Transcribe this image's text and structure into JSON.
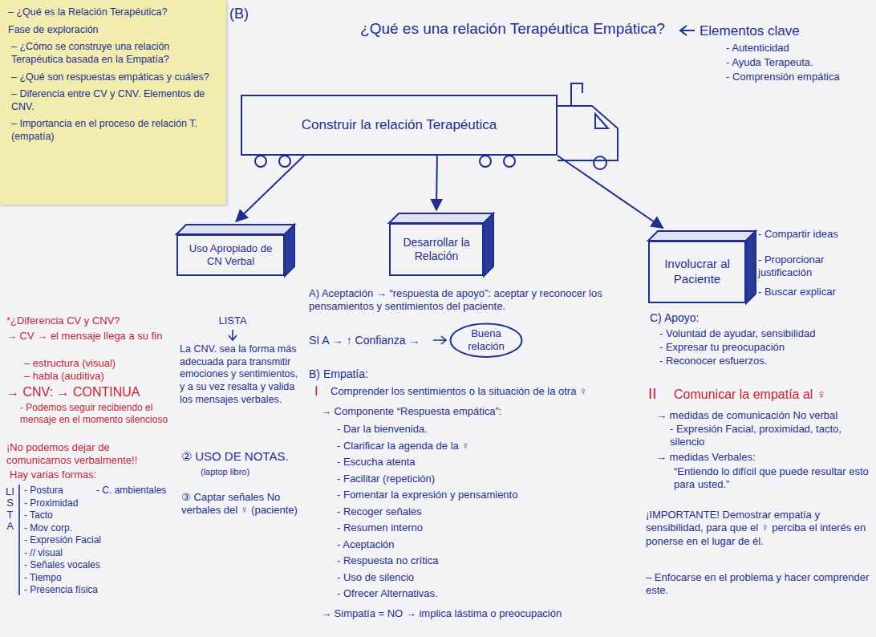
{
  "diagram": {
    "title": "¿Qué es una relación Terapéutica Empática?",
    "nodes": [
      {
        "text": [
          "– ¿Qué es la Relación Terapéutica?",
          "Fase de exploración",
          "– ¿Cómo se construye una relación Terapéutica basada en la Empatía?",
          "– ¿Qué son respuestas empáticas y cuáles?",
          "– Diferencia entre CV y CNV. Elementos de CNV.",
          "– Importancia en el proceso de relación T. (empatía)"
        ]
      },
      {
        "text": [
          "Construir la relación Terapéutica"
        ]
      },
      {
        "text": [
          "Uso Apropiado de CN Verbal"
        ]
      },
      {
        "text": [
          "Desarrollar la Relación"
        ]
      },
      {
        "text": [
          "Involucrar al Paciente"
        ]
      },
      {
        "text": [
          "Buena relación"
        ]
      }
    ],
    "edges": [
      {
        "from": 1,
        "to": 2,
        "arrow": "to"
      },
      {
        "from": 1,
        "to": 3,
        "arrow": "to"
      },
      {
        "from": 1,
        "to": 4,
        "arrow": "to"
      }
    ],
    "labels": [
      "(B)",
      "Elementos clave",
      "- Autenticidad",
      "- Ayuda Terapeuta.",
      "- Comprensión empática",
      "- Compartir ideas",
      "- Proporcionar justificación",
      "- Buscar explicar",
      "*¿Diferencia CV y CNV?",
      "→ CV → el mensaje llega a su fin",
      "– estructura (visual)",
      "– habla (auditiva)",
      "→ CNV: → CONTINUA",
      "- Podemos seguir recibiendo el mensaje en el momento silencioso",
      "¡No podemos dejar de comunicarnos verbalmente!!",
      "Hay varias formas:",
      "LISTA",
      "- Postura",
      "- Proximidad",
      "- Tacto",
      "- Mov corp.",
      "- Expresión Facial",
      "- // visual",
      "- Señales vocales",
      "- Tiempo",
      "- Presencia física",
      "- C. ambientales",
      "LISTA",
      "La CNV. sea la forma más adecuada para transmitir emociones y sentimientos, y a su vez resalta y valida los mensajes verbales.",
      "② USO DE NOTAS.",
      "(laptop libro)",
      "③ Captar señales No verbales del ♀ (paciente)",
      "A) Aceptación → “respuesta de apoyo”: aceptar y reconocer los pensamientos y sentimientos del paciente.",
      "SI A → ↑ Confianza →",
      "B) Empatía:",
      "I",
      "Comprender los sentimientos o la situación de la otra ♀",
      "→ Componente “Respuesta empática”:",
      "- Dar la bienvenida.",
      "- Clarificar la agenda de la ♀",
      "- Escucha atenta",
      "- Facilitar (repetición)",
      "- Fomentar la expresión y pensamiento",
      "- Recoger señales",
      "- Resumen interno",
      "- Aceptación",
      "- Respuesta no crítica",
      "- Uso de silencio",
      "- Ofrecer Alternativas.",
      "→ Simpatía = NO → implica lástima o preocupación",
      "C) Apoyo:",
      "- Voluntad de ayudar, sensibilidad",
      "- Expresar tu preocupación",
      "- Reconocer esfuerzos.",
      "II",
      "Comunicar la empatía al ♀",
      "→ medidas de comunicación No verbal",
      "- Expresión Facial, proximidad, tacto, silencio",
      "→ medidas Verbales:",
      "“Entiendo lo difícil que puede resultar esto para usted.”",
      "¡IMPORTANTE! Demostrar empatía y sensibilidad, para que el ♀ perciba el interés en ponerse en el lugar de él.",
      "– Enfocarse en el problema y hacer comprender este."
    ]
  }
}
